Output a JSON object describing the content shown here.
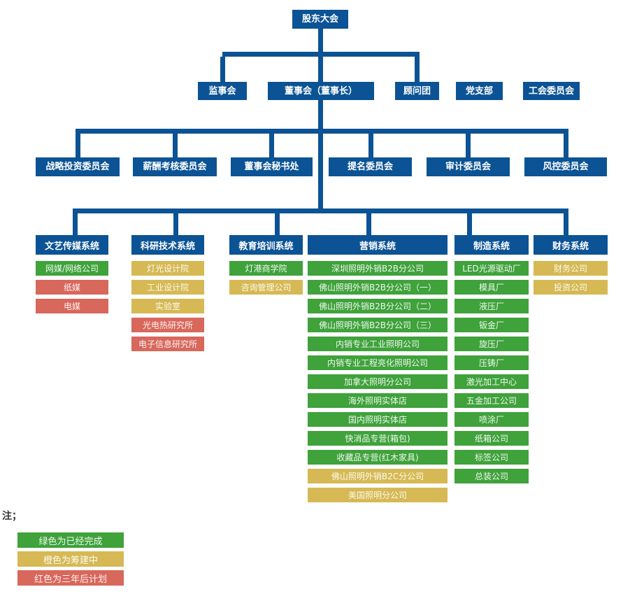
{
  "palette": {
    "blue": "#0B5394",
    "green": "#3FA23B",
    "orange": "#D6B954",
    "red": "#D8675C"
  },
  "root": {
    "label": "股东大会"
  },
  "governance": [
    {
      "label": "监事会"
    },
    {
      "label": "董事会（董事长）"
    },
    {
      "label": "顾问团"
    },
    {
      "label": "党支部"
    },
    {
      "label": "工会委员会"
    }
  ],
  "committees": [
    {
      "label": "战略投资委员会"
    },
    {
      "label": "薪酬考核委员会"
    },
    {
      "label": "董事会秘书处"
    },
    {
      "label": "提名委员会"
    },
    {
      "label": "审计委员会"
    },
    {
      "label": "风控委员会"
    }
  ],
  "systems": [
    {
      "header": "文艺传媒系统",
      "items": [
        {
          "label": "网媒/网络公司",
          "status": "green"
        },
        {
          "label": "纸媒",
          "status": "red"
        },
        {
          "label": "电媒",
          "status": "red"
        }
      ]
    },
    {
      "header": "科研技术系统",
      "items": [
        {
          "label": "灯光设计院",
          "status": "orange"
        },
        {
          "label": "工业设计院",
          "status": "orange"
        },
        {
          "label": "实验室",
          "status": "orange"
        },
        {
          "label": "光电热研究所",
          "status": "red"
        },
        {
          "label": "电子信息研究所",
          "status": "red"
        }
      ]
    },
    {
      "header": "教育培训系统",
      "items": [
        {
          "label": "灯港商学院",
          "status": "green"
        },
        {
          "label": "咨询管理公司",
          "status": "orange"
        }
      ]
    },
    {
      "header": "营销系统",
      "items": [
        {
          "label": "深圳照明外销B2B分公司",
          "status": "green"
        },
        {
          "label": "佛山照明外销B2B分公司（一）",
          "status": "green"
        },
        {
          "label": "佛山照明外销B2B分公司（二）",
          "status": "green"
        },
        {
          "label": "佛山照明外销B2B分公司（三）",
          "status": "green"
        },
        {
          "label": "内销专业工业照明公司",
          "status": "green"
        },
        {
          "label": "内销专业工程亮化照明公司",
          "status": "green"
        },
        {
          "label": "加拿大照明分公司",
          "status": "green"
        },
        {
          "label": "海外照明实体店",
          "status": "green"
        },
        {
          "label": "国内照明实体店",
          "status": "green"
        },
        {
          "label": "快消品专营(箱包)",
          "status": "green"
        },
        {
          "label": "收藏品专营(红木家具)",
          "status": "green"
        },
        {
          "label": "佛山照明外销B2C分公司",
          "status": "orange"
        },
        {
          "label": "美国照明分公司",
          "status": "orange"
        }
      ]
    },
    {
      "header": "制造系统",
      "items": [
        {
          "label": "LED光源驱动厂",
          "status": "green"
        },
        {
          "label": "模具厂",
          "status": "green"
        },
        {
          "label": "液压厂",
          "status": "green"
        },
        {
          "label": "钣金厂",
          "status": "green"
        },
        {
          "label": "旋压厂",
          "status": "green"
        },
        {
          "label": "压铸厂",
          "status": "green"
        },
        {
          "label": "激光加工中心",
          "status": "green"
        },
        {
          "label": "五金加工公司",
          "status": "green"
        },
        {
          "label": "喷涂厂",
          "status": "green"
        },
        {
          "label": "纸箱公司",
          "status": "green"
        },
        {
          "label": "标签公司",
          "status": "green"
        },
        {
          "label": "总装公司",
          "status": "green"
        }
      ]
    },
    {
      "header": "财务系统",
      "items": [
        {
          "label": "财务公司",
          "status": "orange"
        },
        {
          "label": "投资公司",
          "status": "orange"
        }
      ]
    }
  ],
  "legend": {
    "note": "注；",
    "items": [
      {
        "label": "绿色为已经完成",
        "status": "green"
      },
      {
        "label": "橙色为筹建中",
        "status": "orange"
      },
      {
        "label": "红色为三年后计划",
        "status": "red"
      }
    ]
  }
}
